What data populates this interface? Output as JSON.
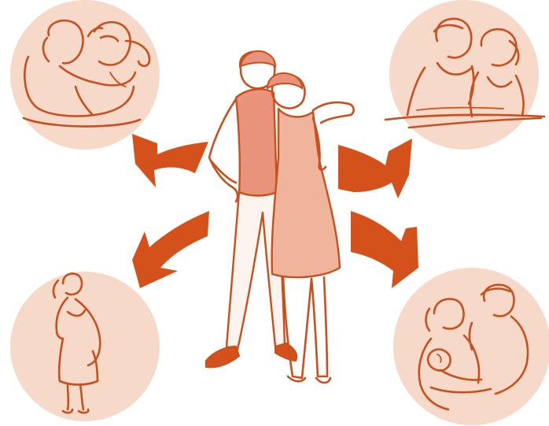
{
  "palette": {
    "ink": "#c8501e",
    "arrow": "#d4511c",
    "circle_fill": "#f7d9c9",
    "shirt": "#e8937a",
    "dress": "#efb49b",
    "shoe": "#d4511c",
    "background": "#ffffff"
  },
  "scenes": [
    {
      "id": "embrace",
      "icon": "couple-embrace-icon"
    },
    {
      "id": "reading",
      "icon": "couple-reading-icon"
    },
    {
      "id": "pregnancy",
      "icon": "pregnant-woman-icon"
    },
    {
      "id": "newborn",
      "icon": "family-with-baby-icon"
    }
  ],
  "center": {
    "icon": "couple-standing-icon"
  }
}
